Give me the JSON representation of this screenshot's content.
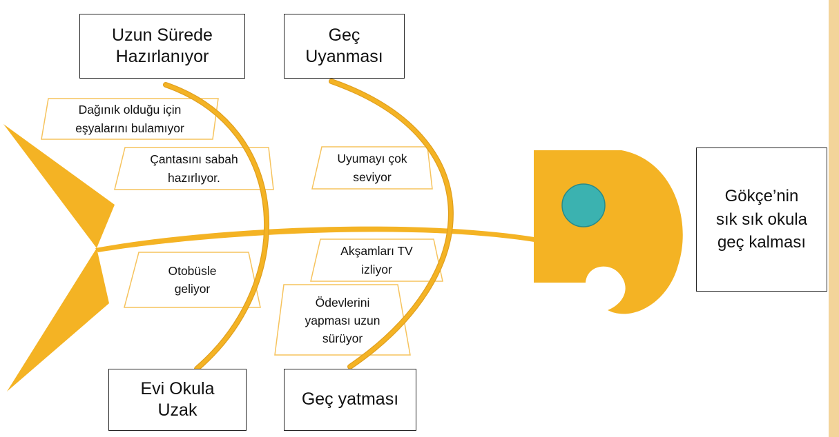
{
  "colors": {
    "fish": "#f4b324",
    "fish_stroke": "#e0a020",
    "eye": "#3bb2b0",
    "stripe": "#f3d49a",
    "cause_border": "#f6c35d"
  },
  "effect": {
    "line1": "Gökçe’nin",
    "line2": "sık sık okula",
    "line3": "geç kalması"
  },
  "categories": {
    "top_left": {
      "line1": "Uzun Sürede",
      "line2": "Hazırlanıyor"
    },
    "top_right": {
      "line1": "Geç",
      "line2": "Uyanması"
    },
    "bottom_left": {
      "line1": "Evi Okula",
      "line2": "Uzak"
    },
    "bottom_right": {
      "line1": "Geç yatması"
    }
  },
  "causes": {
    "daginik": {
      "line1": "Dağınık olduğu için",
      "line2": "eşyalarını bulamıyor"
    },
    "canta": {
      "line1": "Çantasını sabah",
      "line2": "hazırlıyor."
    },
    "uyuma": {
      "line1": "Uyumayı çok",
      "line2": "seviyor"
    },
    "otobus": {
      "line1": "Otobüsle",
      "line2": "geliyor"
    },
    "aksam": {
      "line1": "Akşamları TV",
      "line2": "izliyor"
    },
    "odev": {
      "line1": "Ödevlerini",
      "line2": "yapması uzun",
      "line3": "sürüyor"
    }
  }
}
